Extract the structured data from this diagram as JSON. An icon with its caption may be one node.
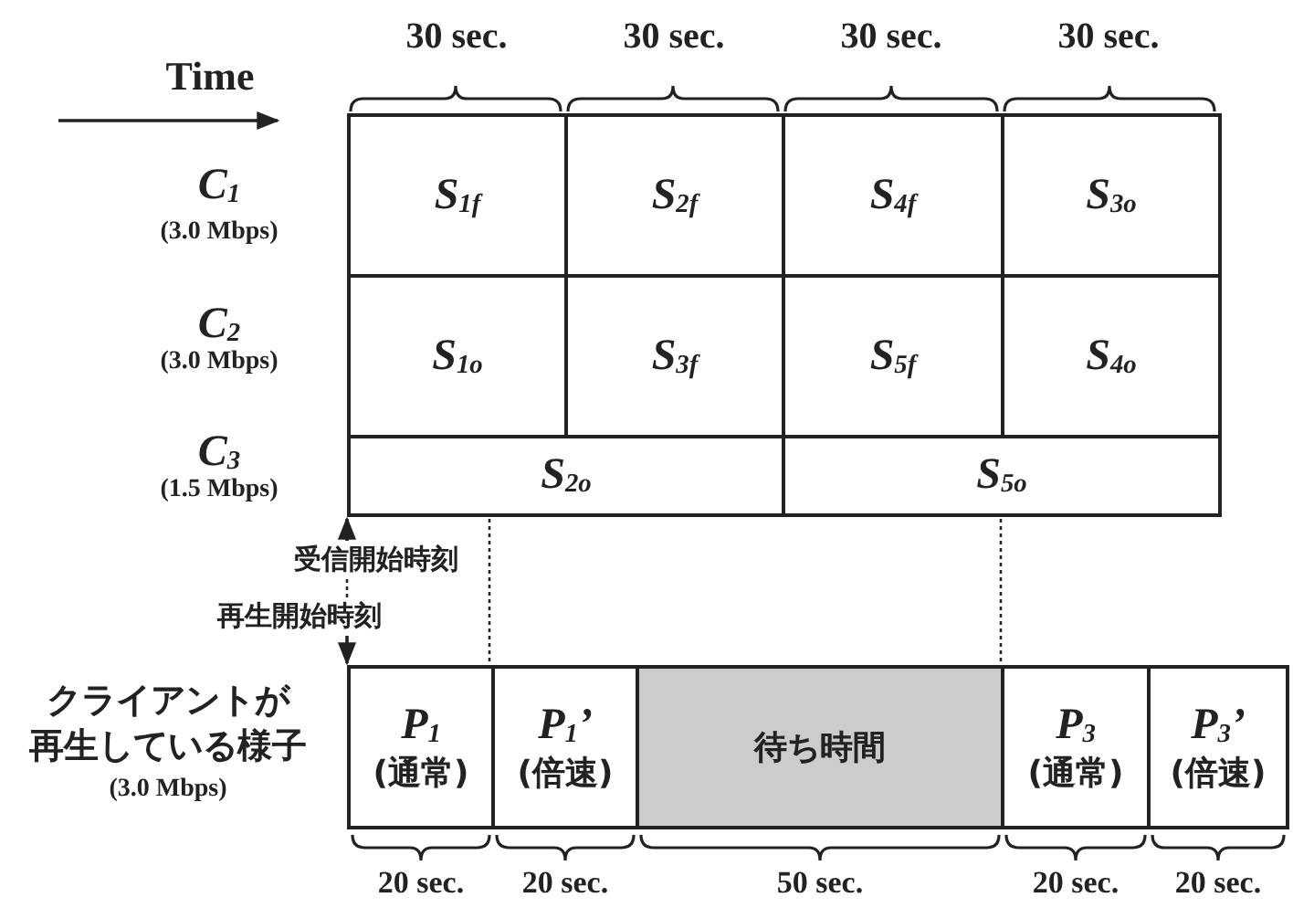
{
  "diagram": {
    "nodes": [
      {
        "text": [
          "S$_{1f}$"
        ]
      },
      {
        "text": [
          "S$_{2f}$"
        ]
      },
      {
        "text": [
          "S$_{4f}$"
        ]
      },
      {
        "text": [
          "S$_{3o}$"
        ]
      },
      {
        "text": [
          "S$_{1o}$"
        ]
      },
      {
        "text": [
          "S$_{3f}$"
        ]
      },
      {
        "text": [
          "S$_{5f}$"
        ]
      },
      {
        "text": [
          "S$_{4o}$"
        ]
      },
      {
        "text": [
          "S$_{2o}$"
        ]
      },
      {
        "text": [
          "S$_{5o}$"
        ]
      },
      {
        "text": [
          "P$_{1}$",
          "(通常)"
        ],
        "beside": [
          "20 sec."
        ]
      },
      {
        "text": [
          "P$_{1}$’",
          "(倍速)"
        ],
        "beside": [
          "20 sec."
        ]
      },
      {
        "text": [
          "待ち時間"
        ],
        "beside": [
          "50 sec."
        ]
      },
      {
        "text": [
          "P$_{3}$",
          "(通常)"
        ],
        "beside": [
          "20 sec."
        ]
      },
      {
        "text": [
          "P$_{3}$’",
          "(倍速)"
        ],
        "beside": [
          "20 sec."
        ]
      },
      {
        "text": [
          "受信開始時刻"
        ]
      },
      {
        "text": [
          "再生開始時刻"
        ]
      }
    ],
    "edges": [
      {
        "from": 8,
        "to": 10,
        "arrow": "none",
        "style": "dashed"
      },
      {
        "from": 9,
        "to": 13,
        "arrow": "none",
        "style": "dashed"
      },
      {
        "from": 15,
        "to": 8,
        "arrow": "to"
      },
      {
        "from": 15,
        "to": 16,
        "arrow": "none",
        "style": "dashed"
      },
      {
        "from": 16,
        "to": 10,
        "arrow": "to"
      }
    ],
    "labels": [
      "30 sec.",
      "30 sec.",
      "30 sec.",
      "30 sec.",
      "Time",
      "C$_{1}$",
      "(3.0 Mbps)",
      "C$_{2}$",
      "(3.0 Mbps)",
      "C$_{3}$",
      "(1.5 Mbps)",
      "クライアントが再生している様子",
      "(3.0 Mbps)"
    ]
  }
}
